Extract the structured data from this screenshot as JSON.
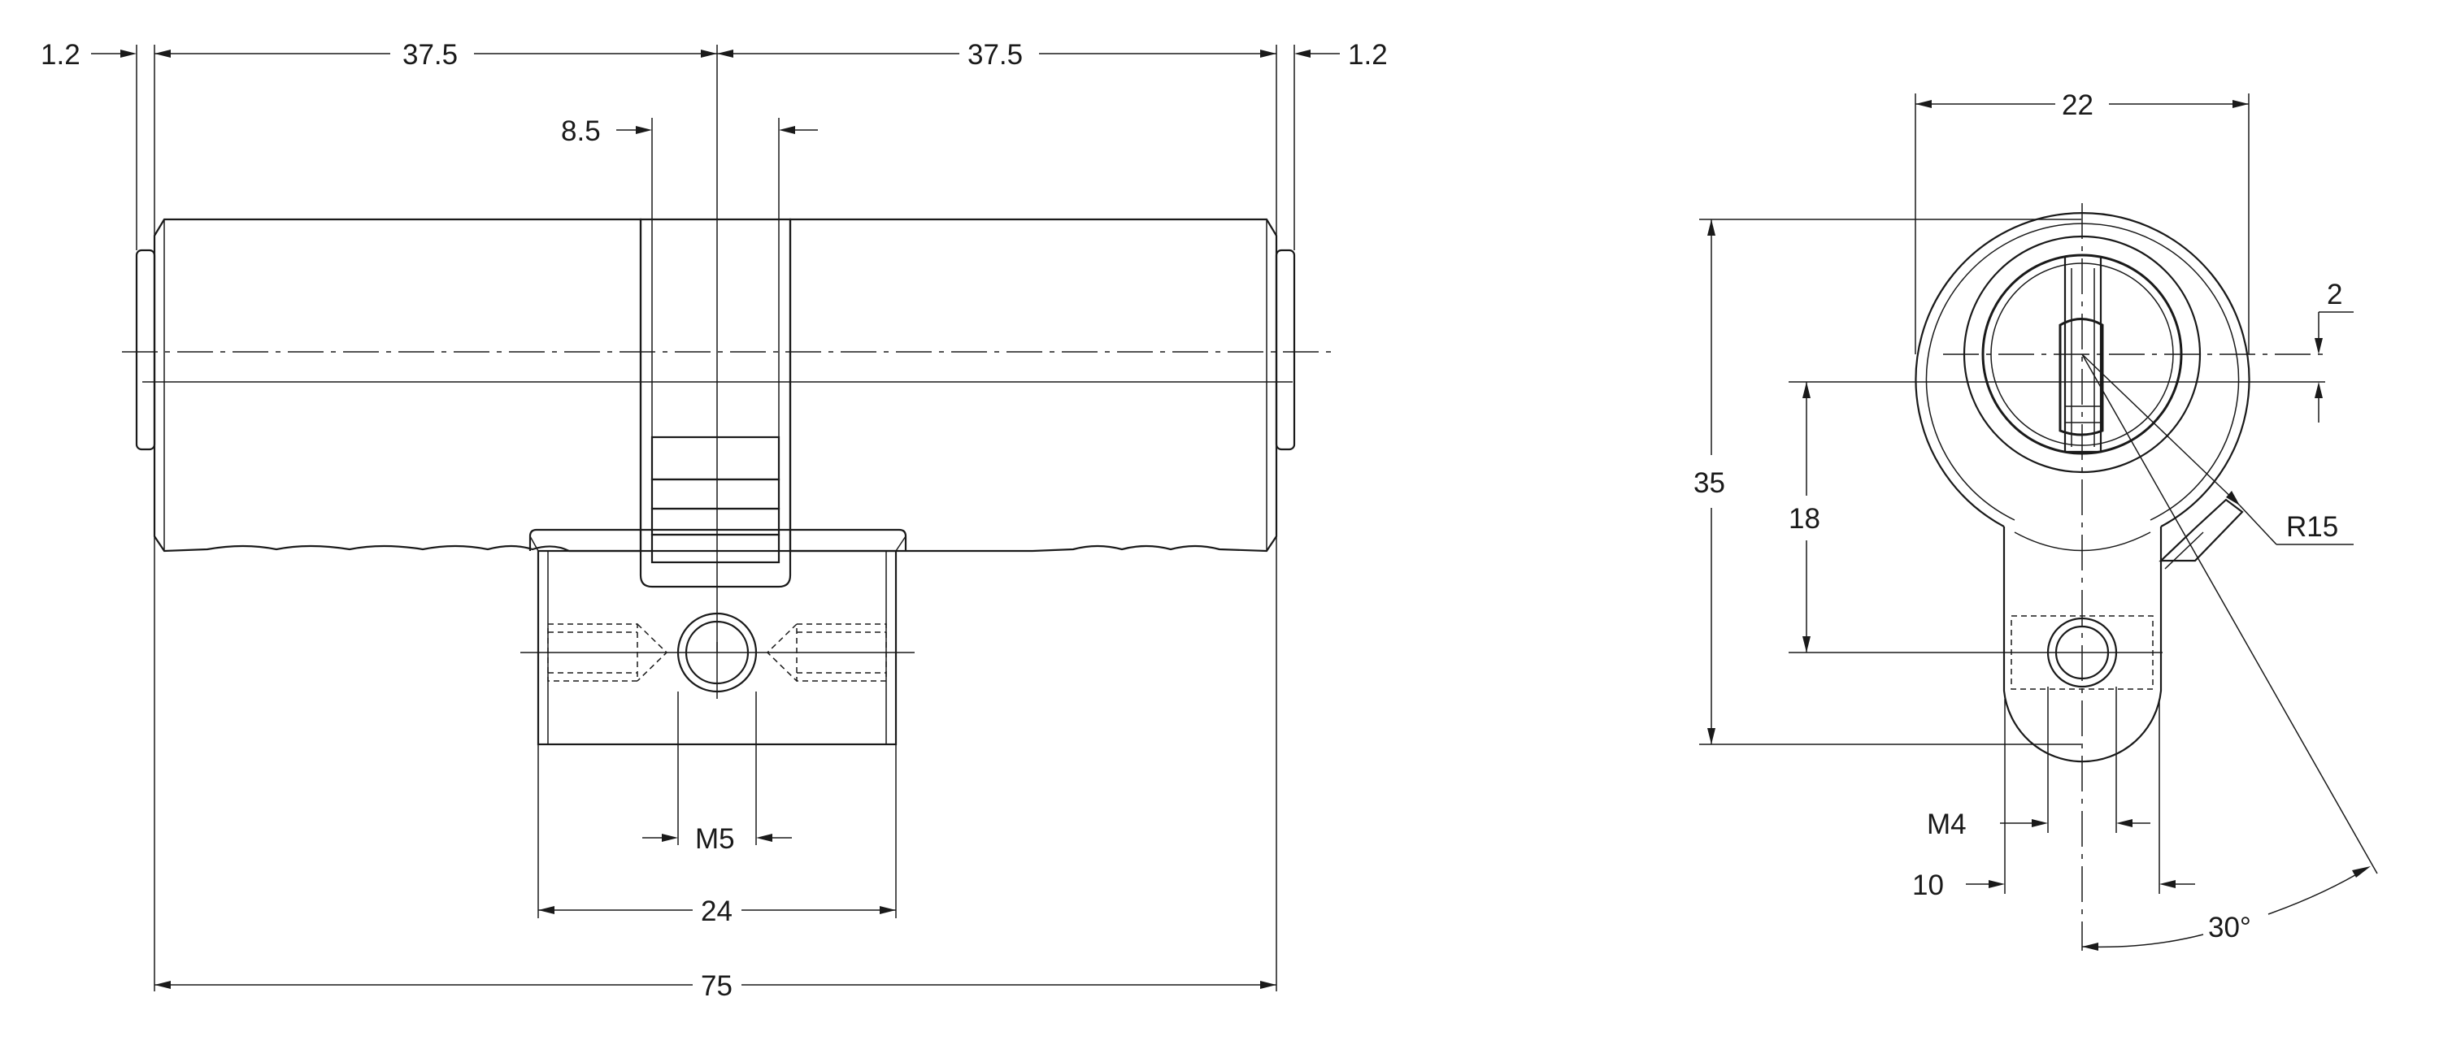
{
  "side_view": {
    "dim_top_left_offset": "1.2",
    "dim_left_half": "37.5",
    "dim_right_half": "37.5",
    "dim_top_right_offset": "1.2",
    "dim_cam_width": "8.5",
    "dim_thread": "M5",
    "dim_body_width": "24",
    "dim_total_length": "75"
  },
  "front_view": {
    "dim_width": "22",
    "dim_height": "35",
    "dim_center_to_bottom": "18",
    "dim_offset": "2",
    "dim_radius": "R15",
    "dim_thread": "M4",
    "dim_base_width": "10",
    "dim_angle": "30°"
  }
}
